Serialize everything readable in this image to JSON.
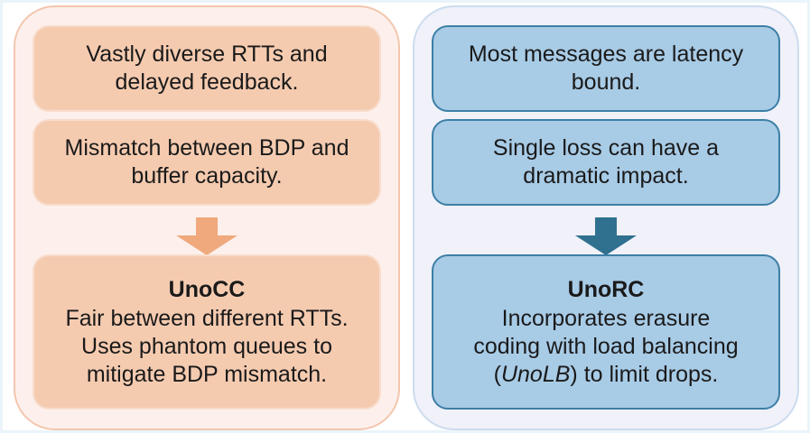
{
  "diagram": {
    "colors": {
      "page_background": "#ffffff",
      "page_frame": "#eaf4fa",
      "left_panel_fill": "#fdf0ec",
      "left_panel_border": "#f3c6ae",
      "left_box_fill": "#f5cbb0",
      "left_box_border": "#f8ddcd",
      "left_arrow": "#efa97c",
      "right_panel_fill": "#f0f1f9",
      "right_panel_border": "#ccdcee",
      "right_box_fill": "#a8cbe6",
      "right_box_border": "#3c7fa6",
      "right_arrow": "#2f718f",
      "text": "#1a1a1a"
    },
    "panels": [
      {
        "id": "congestion-control",
        "problems": [
          {
            "id": "problem-rtts",
            "lines": [
              "Vastly diverse RTTs and",
              "delayed feedback."
            ]
          },
          {
            "id": "problem-bdp",
            "lines": [
              "Mismatch between BDP and",
              "buffer capacity."
            ]
          }
        ],
        "arrow": "down-arrow",
        "solution": {
          "id": "solution-unocc",
          "title": "UnoCC",
          "lines": [
            "Fair between different RTTs.",
            "Uses phantom queues to",
            "mitigate BDP mismatch."
          ]
        }
      },
      {
        "id": "reliability-control",
        "problems": [
          {
            "id": "problem-latency",
            "lines": [
              "Most messages are latency",
              "bound."
            ]
          },
          {
            "id": "problem-loss",
            "lines": [
              "Single loss can have a",
              "dramatic impact."
            ]
          }
        ],
        "arrow": "down-arrow",
        "solution": {
          "id": "solution-unorc",
          "title": "UnoRC",
          "lines": [
            "Incorporates erasure",
            "coding with load balancing"
          ],
          "last_line": {
            "prefix": "(",
            "emphasis": "UnoLB",
            "suffix": ") to limit drops."
          }
        }
      }
    ]
  }
}
